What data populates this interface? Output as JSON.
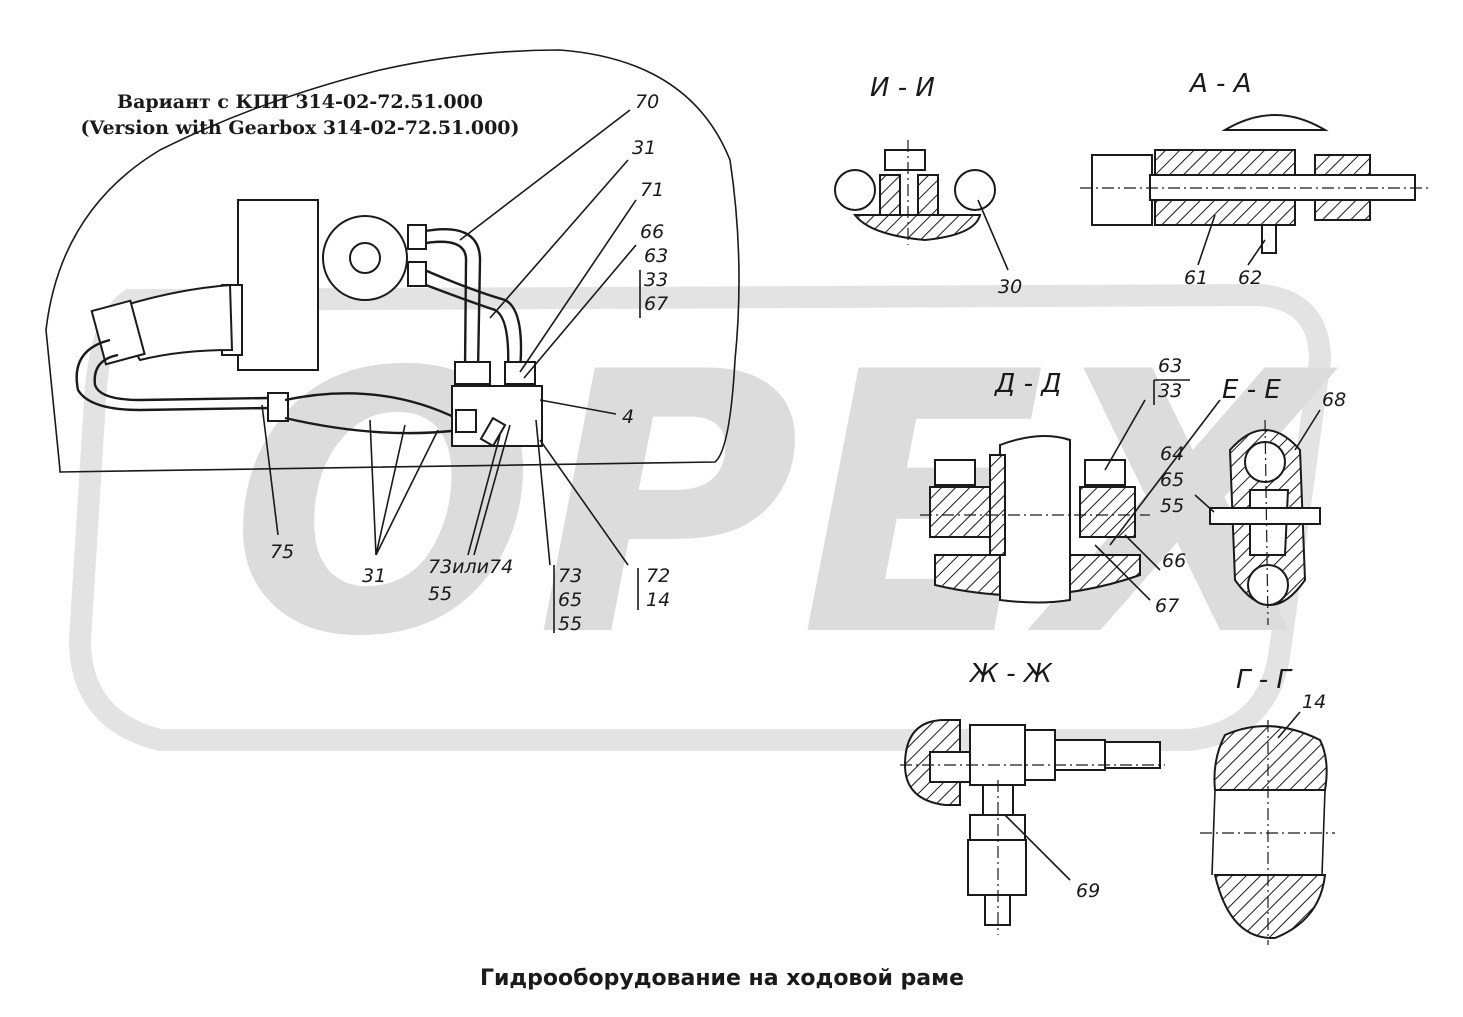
{
  "caption": "Гидрооборудование на ходовой раме",
  "watermark": "OPEX",
  "variant_note": {
    "line1": "Вариант с КПП 314-02-72.51.000",
    "line2": "(Version with Gearbox 314-02-72.51.000)"
  },
  "sections": {
    "ii": "И - И",
    "aa": "А - А",
    "dd": "Д - Д",
    "ee": "Е - Е",
    "zhzh": "Ж - Ж",
    "gg": "Г - Г"
  },
  "callouts": {
    "main": {
      "c70": "70",
      "c31_top": "31",
      "c71": "71",
      "c66": "66",
      "c63": "63",
      "c33": "33",
      "c67": "67",
      "c4": "4",
      "c75": "75",
      "c31_bottom": "31",
      "c73or74": "73или74",
      "c55": "55",
      "c73": "73",
      "c65": "65",
      "c55b": "55",
      "c72": "72",
      "c14": "14"
    },
    "ii": {
      "c30": "30"
    },
    "aa": {
      "c61": "61",
      "c62": "62"
    },
    "dd": {
      "c63": "63",
      "c33": "33",
      "c66": "66",
      "c67": "67"
    },
    "ee": {
      "c68": "68",
      "c64": "64",
      "c65": "65",
      "c55": "55"
    },
    "zhzh": {
      "c69": "69"
    },
    "gg": {
      "c14": "14"
    }
  }
}
